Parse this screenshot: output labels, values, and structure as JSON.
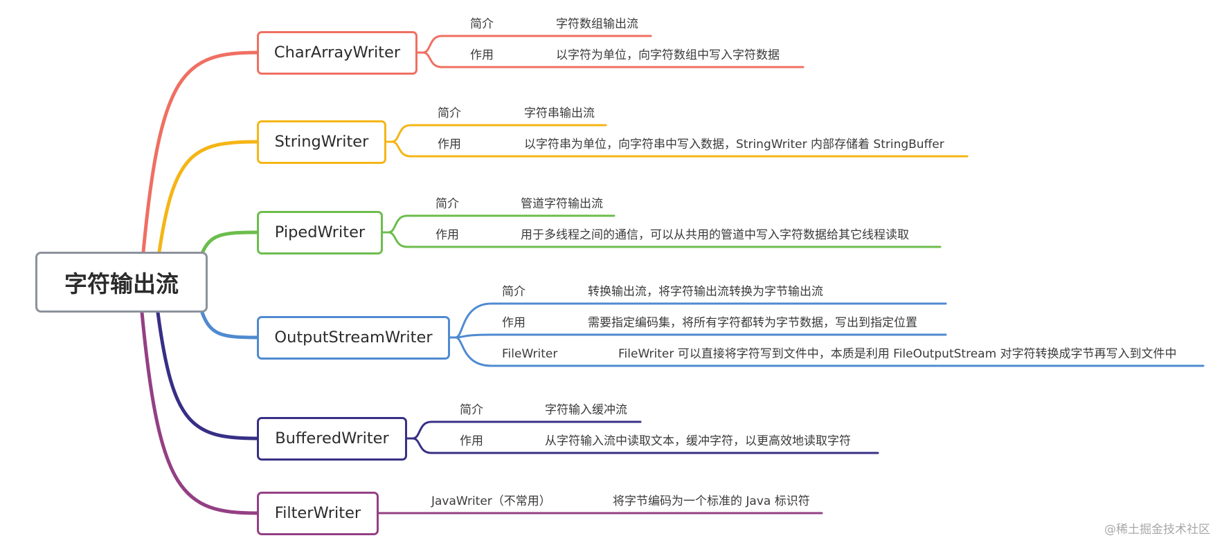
{
  "root": {
    "label": "字符输出流",
    "color": "#8b929c"
  },
  "branches": [
    {
      "name": "CharArrayWriter",
      "color": "#ef6f62",
      "items": [
        {
          "label": "简介",
          "text": "字符数组输出流"
        },
        {
          "label": "作用",
          "text": "以字符为单位，向字符数组中写入字符数据"
        }
      ]
    },
    {
      "name": "StringWriter",
      "color": "#f4b516",
      "items": [
        {
          "label": "简介",
          "text": "字符串输出流"
        },
        {
          "label": "作用",
          "text": "以字符串为单位，向字符串中写入数据，StringWriter 内部存储着 StringBuffer"
        }
      ]
    },
    {
      "name": "PipedWriter",
      "color": "#6cbd4c",
      "items": [
        {
          "label": "简介",
          "text": "管道字符输出流"
        },
        {
          "label": "作用",
          "text": "用于多线程之间的通信，可以从共用的管道中写入字符数据给其它线程读取"
        }
      ]
    },
    {
      "name": "OutputStreamWriter",
      "color": "#4f8ad0",
      "items": [
        {
          "label": "简介",
          "text": "转换输出流，将字符输出流转换为字节输出流"
        },
        {
          "label": "作用",
          "text": "需要指定编码集，将所有字符都转为字节数据，写出到指定位置"
        },
        {
          "label": "FileWriter",
          "text": "FileWriter 可以直接将字符写到文件中，本质是利用 FileOutputStream 对字符转换成字节再写入到文件中"
        }
      ]
    },
    {
      "name": "BufferedWriter",
      "color": "#372f85",
      "items": [
        {
          "label": "简介",
          "text": "字符输入缓冲流"
        },
        {
          "label": "作用",
          "text": "从字符输入流中读取文本，缓冲字符，以更高效地读取字符"
        }
      ]
    },
    {
      "name": "FilterWriter",
      "color": "#943f84",
      "items": [
        {
          "label": "JavaWriter（不常用）",
          "text": "将字节编码为一个标准的 Java 标识符"
        }
      ]
    }
  ],
  "watermark": "@稀土掘金技术社区"
}
